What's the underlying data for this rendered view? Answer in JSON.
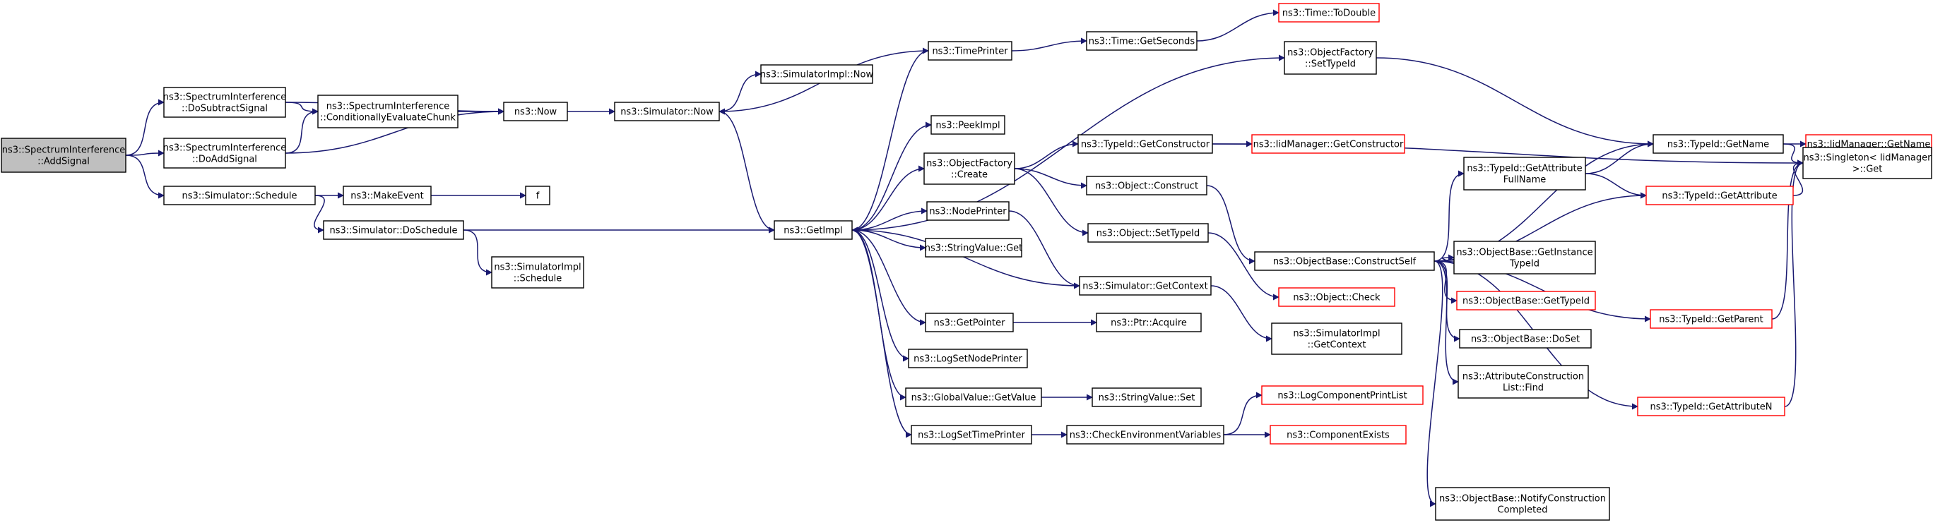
{
  "colors": {
    "edge": "#191970",
    "root_fill": "#bfbfbf",
    "node_stroke": "#000000",
    "truncated_stroke": "#ff0000"
  },
  "nodes": {
    "addsignal": {
      "lines": [
        "ns3::SpectrumInterference",
        "::AddSignal"
      ],
      "root": true
    },
    "dosubtract": {
      "lines": [
        "ns3::SpectrumInterference",
        "::DoSubtractSignal"
      ]
    },
    "doadd": {
      "lines": [
        "ns3::SpectrumInterference",
        "::DoAddSignal"
      ]
    },
    "schedule": {
      "lines": [
        "ns3::Simulator::Schedule"
      ]
    },
    "condchunk": {
      "lines": [
        "ns3::SpectrumInterference",
        "::ConditionallyEvaluateChunk"
      ]
    },
    "makeevent": {
      "lines": [
        "ns3::MakeEvent"
      ]
    },
    "doschedule": {
      "lines": [
        "ns3::Simulator::DoSchedule"
      ]
    },
    "f": {
      "lines": [
        "f"
      ]
    },
    "now": {
      "lines": [
        "ns3::Now"
      ]
    },
    "simnow": {
      "lines": [
        "ns3::Simulator::Now"
      ]
    },
    "implschedule": {
      "lines": [
        "ns3::SimulatorImpl",
        "::Schedule"
      ]
    },
    "implnow": {
      "lines": [
        "ns3::SimulatorImpl::Now"
      ]
    },
    "getimpl": {
      "lines": [
        "ns3::GetImpl"
      ]
    },
    "timeprinter": {
      "lines": [
        "ns3::TimePrinter"
      ]
    },
    "peekimpl": {
      "lines": [
        "ns3::PeekImpl"
      ]
    },
    "ofcreate": {
      "lines": [
        "ns3::ObjectFactory",
        "::Create"
      ]
    },
    "nodeprinter": {
      "lines": [
        "ns3::NodePrinter"
      ]
    },
    "svget": {
      "lines": [
        "ns3::StringValue::Get"
      ]
    },
    "getpointer": {
      "lines": [
        "ns3::GetPointer"
      ]
    },
    "lognodeprinter": {
      "lines": [
        "ns3::LogSetNodePrinter"
      ]
    },
    "gvgetvalue": {
      "lines": [
        "ns3::GlobalValue::GetValue"
      ]
    },
    "logtimeprinter": {
      "lines": [
        "ns3::LogSetTimePrinter"
      ]
    },
    "getseconds": {
      "lines": [
        "ns3::Time::GetSeconds"
      ]
    },
    "todouble": {
      "lines": [
        "ns3::Time::ToDouble"
      ],
      "truncated": true
    },
    "ofsettypeid": {
      "lines": [
        "ns3::ObjectFactory",
        "::SetTypeId"
      ]
    },
    "tidgetconstructor": {
      "lines": [
        "ns3::TypeId::GetConstructor"
      ]
    },
    "iidgetconstructor": {
      "lines": [
        "ns3::IidManager::GetConstructor"
      ],
      "truncated": true
    },
    "objconstruct": {
      "lines": [
        "ns3::Object::Construct"
      ]
    },
    "objsettypeid": {
      "lines": [
        "ns3::Object::SetTypeId"
      ]
    },
    "getcontext": {
      "lines": [
        "ns3::Simulator::GetContext"
      ]
    },
    "ptracquire": {
      "lines": [
        "ns3::Ptr::Acquire"
      ]
    },
    "svset": {
      "lines": [
        "ns3::StringValue::Set"
      ]
    },
    "checkenv": {
      "lines": [
        "ns3::CheckEnvironmentVariables"
      ]
    },
    "constructself": {
      "lines": [
        "ns3::ObjectBase::ConstructSelf"
      ]
    },
    "objcheck": {
      "lines": [
        "ns3::Object::Check"
      ],
      "truncated": true
    },
    "implgetcontext": {
      "lines": [
        "ns3::SimulatorImpl",
        "::GetContext"
      ]
    },
    "logcomplist": {
      "lines": [
        "ns3::LogComponentPrintList"
      ],
      "truncated": true
    },
    "compexists": {
      "lines": [
        "ns3::ComponentExists"
      ],
      "truncated": true
    },
    "tidattrfullname": {
      "lines": [
        "ns3::TypeId::GetAttribute",
        "FullName"
      ]
    },
    "obgetinsttid": {
      "lines": [
        "ns3::ObjectBase::GetInstance",
        "TypeId"
      ]
    },
    "obgettid": {
      "lines": [
        "ns3::ObjectBase::GetTypeId"
      ],
      "truncated": true
    },
    "obdoset": {
      "lines": [
        "ns3::ObjectBase::DoSet"
      ]
    },
    "acfind": {
      "lines": [
        "ns3::AttributeConstruction",
        "List::Find"
      ]
    },
    "obnotify": {
      "lines": [
        "ns3::ObjectBase::NotifyConstruction",
        "Completed"
      ]
    },
    "tidgetname": {
      "lines": [
        "ns3::TypeId::GetName"
      ]
    },
    "tidgetattr": {
      "lines": [
        "ns3::TypeId::GetAttribute"
      ],
      "truncated": true
    },
    "tidgetparent": {
      "lines": [
        "ns3::TypeId::GetParent"
      ],
      "truncated": true
    },
    "tidgetattrn": {
      "lines": [
        "ns3::TypeId::GetAttributeN"
      ],
      "truncated": true
    },
    "iidgetname": {
      "lines": [
        "ns3::IidManager::GetName"
      ],
      "truncated": true
    },
    "singleton": {
      "lines": [
        "ns3::Singleton< IidManager",
        " >::Get"
      ]
    }
  }
}
